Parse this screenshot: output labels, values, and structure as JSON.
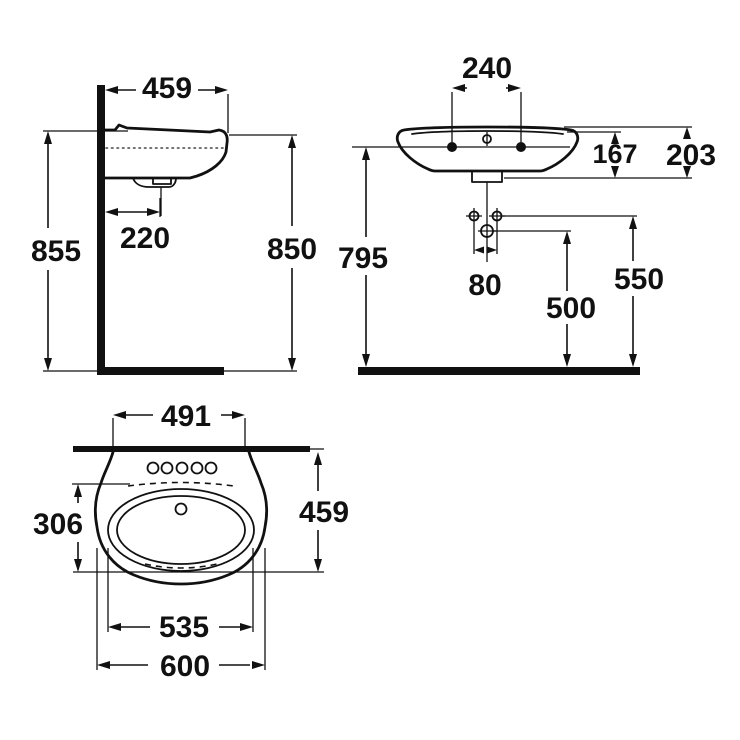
{
  "drawing": {
    "background": "#ffffff",
    "line_color": "#111111",
    "views": {
      "side": {
        "label": "side-elevation",
        "dims": {
          "top_width": "459",
          "wall_height": "855",
          "drain_from_wall": "220",
          "front_height": "850"
        }
      },
      "front": {
        "label": "front-elevation",
        "dims": {
          "taphole_spacing": "240",
          "rim_to_bottom": "167",
          "total_depth": "203",
          "rim_height": "795",
          "fixing_hole_spacing": "80",
          "drain_height": "500",
          "fixing_height": "550"
        }
      },
      "plan": {
        "label": "plan-view",
        "dims": {
          "back_width": "491",
          "front_depth": "459",
          "bowl_depth": "306",
          "bowl_width": "535",
          "overall_width": "600"
        }
      }
    }
  }
}
